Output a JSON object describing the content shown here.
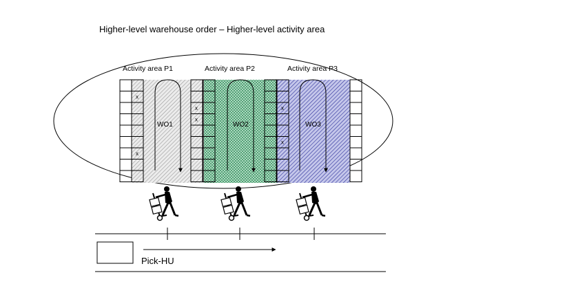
{
  "title": "Higher-level warehouse order – Higher-level activity area",
  "activity_areas": [
    {
      "label": "Activity area P1",
      "work_order": "WO1",
      "fill": "#d8d8d8",
      "pattern_color": "#9a9a9a"
    },
    {
      "label": "Activity area P2",
      "work_order": "WO2",
      "fill": "#bfe3cf",
      "pattern_color": "#2e8b57"
    },
    {
      "label": "Activity area P3",
      "work_order": "WO3",
      "fill": "#c4c6ea",
      "pattern_color": "#2b2f9a"
    }
  ],
  "rack_mark": "x",
  "pick_hu": {
    "label": "Pick-HU"
  },
  "icons": {
    "worker": "worker-with-hand-truck-icon"
  }
}
